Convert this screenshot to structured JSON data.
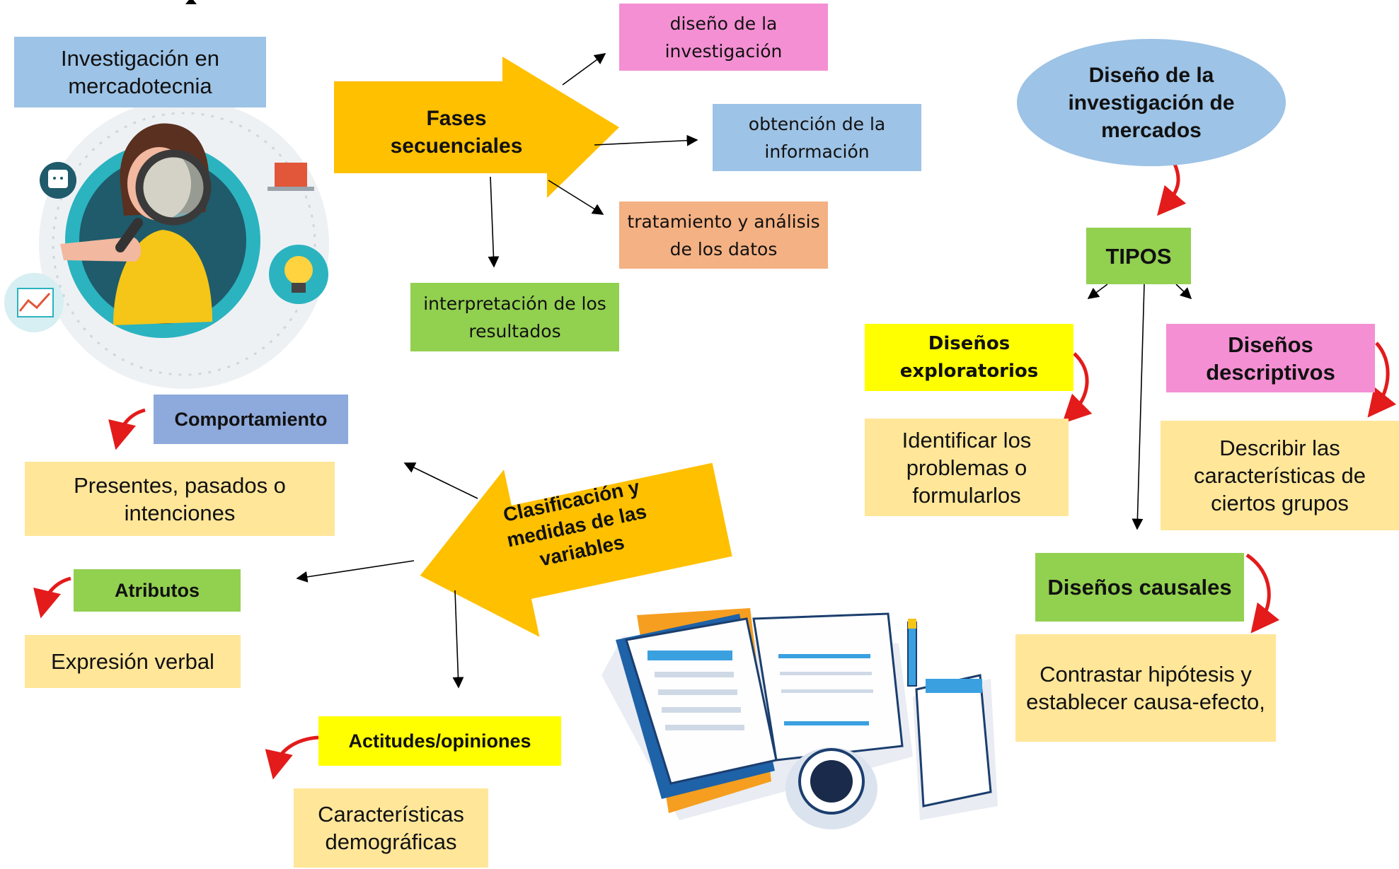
{
  "nodes": {
    "investigacion": "Investigación en mercadotecnia",
    "fases": "Fases secuenciales",
    "diseno_inv": "diseño de la investigación",
    "obtencion": "obtención de la información",
    "tratamiento": "tratamiento y análisis de los datos",
    "interpretacion": "interpretación de los resultados",
    "diseno_mercados": "Diseño de la investigación de mercados",
    "tipos": "TIPOS",
    "exploratorios": "Diseños exploratorios",
    "exploratorios_desc": "Identificar los problemas o formularlos",
    "descriptivos": "Diseños descriptivos",
    "descriptivos_desc": "Describir las características de ciertos grupos",
    "causales": "Diseños causales",
    "causales_desc": "Contrastar hipótesis y establecer causa-efecto,",
    "clasificacion": "Clasificación y medidas de las variables",
    "comportamiento": "Comportamiento",
    "comportamiento_desc": "Presentes, pasados o intenciones",
    "atributos": "Atributos",
    "atributos_desc": "Expresión verbal",
    "actitudes": "Actitudes/opiniones",
    "actitudes_desc": "Características demográficas"
  },
  "colors": {
    "blue": "#9dc3e6",
    "pink": "#f48fd3",
    "peach": "#f4b183",
    "green": "#92d050",
    "yellow": "#ffff00",
    "cream": "#ffe699",
    "slate": "#8ea9db",
    "arrow_gold": "#ffc000",
    "curve_red": "#e31b1b"
  },
  "illustrations": [
    "researcher-with-magnifier",
    "lightbulb-icon",
    "laptop-icon",
    "chart-icon",
    "chat-icon",
    "open-book-illustration",
    "coffee-cup-icon",
    "notepad-icon",
    "pen-icon"
  ]
}
